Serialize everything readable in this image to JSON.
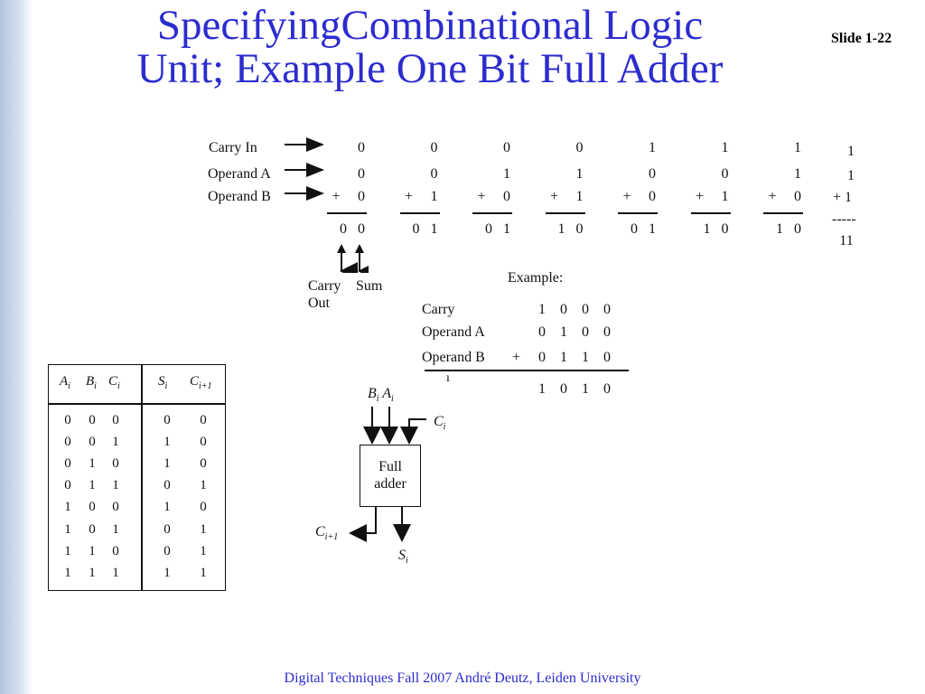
{
  "slide": {
    "title_line1": "SpecifyingCombinational Logic",
    "title_line2": "Unit;  Example One Bit Full Adder",
    "slide_number": "Slide 1-22",
    "footer": "Digital Techniques Fall 2007 André Deutz, Leiden University"
  },
  "addition_table": {
    "row_labels": [
      "Carry In",
      "Operand A",
      "Operand B"
    ],
    "plus": "+",
    "columns": [
      {
        "carry_in": "0",
        "a": "0",
        "b": "0",
        "carry_out": "0",
        "sum": "0"
      },
      {
        "carry_in": "0",
        "a": "0",
        "b": "1",
        "carry_out": "0",
        "sum": "1"
      },
      {
        "carry_in": "0",
        "a": "1",
        "b": "0",
        "carry_out": "0",
        "sum": "1"
      },
      {
        "carry_in": "0",
        "a": "1",
        "b": "1",
        "carry_out": "1",
        "sum": "0"
      },
      {
        "carry_in": "1",
        "a": "0",
        "b": "0",
        "carry_out": "0",
        "sum": "1"
      },
      {
        "carry_in": "1",
        "a": "0",
        "b": "1",
        "carry_out": "1",
        "sum": "0"
      },
      {
        "carry_in": "1",
        "a": "1",
        "b": "0",
        "carry_out": "1",
        "sum": "0"
      }
    ],
    "last_column": {
      "carry_in": "1",
      "a": "1",
      "b": "+ 1",
      "rule": "-----",
      "result": "11"
    },
    "carry_out_label": "Carry",
    "carry_out_label2": "Out",
    "sum_label": "Sum"
  },
  "example": {
    "heading": "Example:",
    "labels": [
      "Carry",
      "Operand A",
      "Operand B"
    ],
    "plus": "+",
    "carry": [
      "1",
      "0",
      "0",
      "0"
    ],
    "operand_a": [
      "0",
      "1",
      "0",
      "0"
    ],
    "operand_b": [
      "0",
      "1",
      "1",
      "0"
    ],
    "result": [
      "1",
      "0",
      "1",
      "0"
    ],
    "stray_glyph": "ı"
  },
  "truth_table": {
    "rows": [
      [
        "0",
        "0",
        "0",
        "0",
        "0"
      ],
      [
        "0",
        "0",
        "1",
        "1",
        "0"
      ],
      [
        "0",
        "1",
        "0",
        "1",
        "0"
      ],
      [
        "0",
        "1",
        "1",
        "0",
        "1"
      ],
      [
        "1",
        "0",
        "0",
        "1",
        "0"
      ],
      [
        "1",
        "0",
        "1",
        "0",
        "1"
      ],
      [
        "1",
        "1",
        "0",
        "0",
        "1"
      ],
      [
        "1",
        "1",
        "1",
        "1",
        "1"
      ]
    ]
  },
  "full_adder": {
    "box_line1": "Full",
    "box_line2": "adder"
  }
}
